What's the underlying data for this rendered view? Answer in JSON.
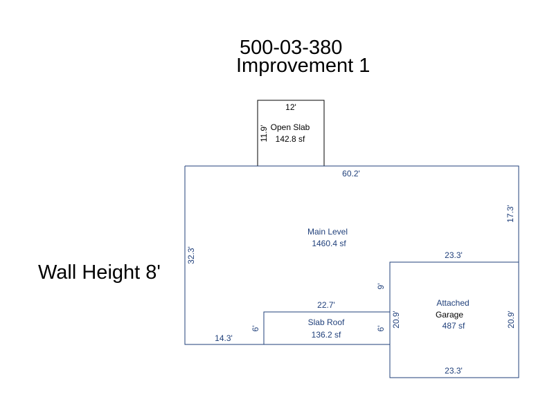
{
  "header": {
    "parcel_id": "500-03-380",
    "improvement": "Improvement 1"
  },
  "wall_height": "Wall Height 8'",
  "areas": {
    "open_slab": {
      "name": "Open Slab",
      "area": "142.8 sf",
      "dims": {
        "top": "12'",
        "left": "11.9'"
      }
    },
    "main_level": {
      "name": "Main Level",
      "area": "1460.4 sf",
      "dims": {
        "top": "60.2'",
        "left": "32.3'",
        "right_upper": "17.3'",
        "bottom_left": "14.3'",
        "step": "9'"
      }
    },
    "slab_roof": {
      "name": "Slab Roof",
      "area": "136.2 sf",
      "dims": {
        "top": "22.7'",
        "left": "6'",
        "right": "6'"
      }
    },
    "garage": {
      "name_line1": "Attached",
      "name_line2": "Garage",
      "area": "487 sf",
      "dims": {
        "top": "23.3'",
        "bottom": "23.3'",
        "left": "20.9'",
        "right": "20.9'"
      }
    }
  },
  "colors": {
    "outline": "#1f3f7a",
    "open_slab_outline": "#000000",
    "text": "#1f3f7a"
  }
}
